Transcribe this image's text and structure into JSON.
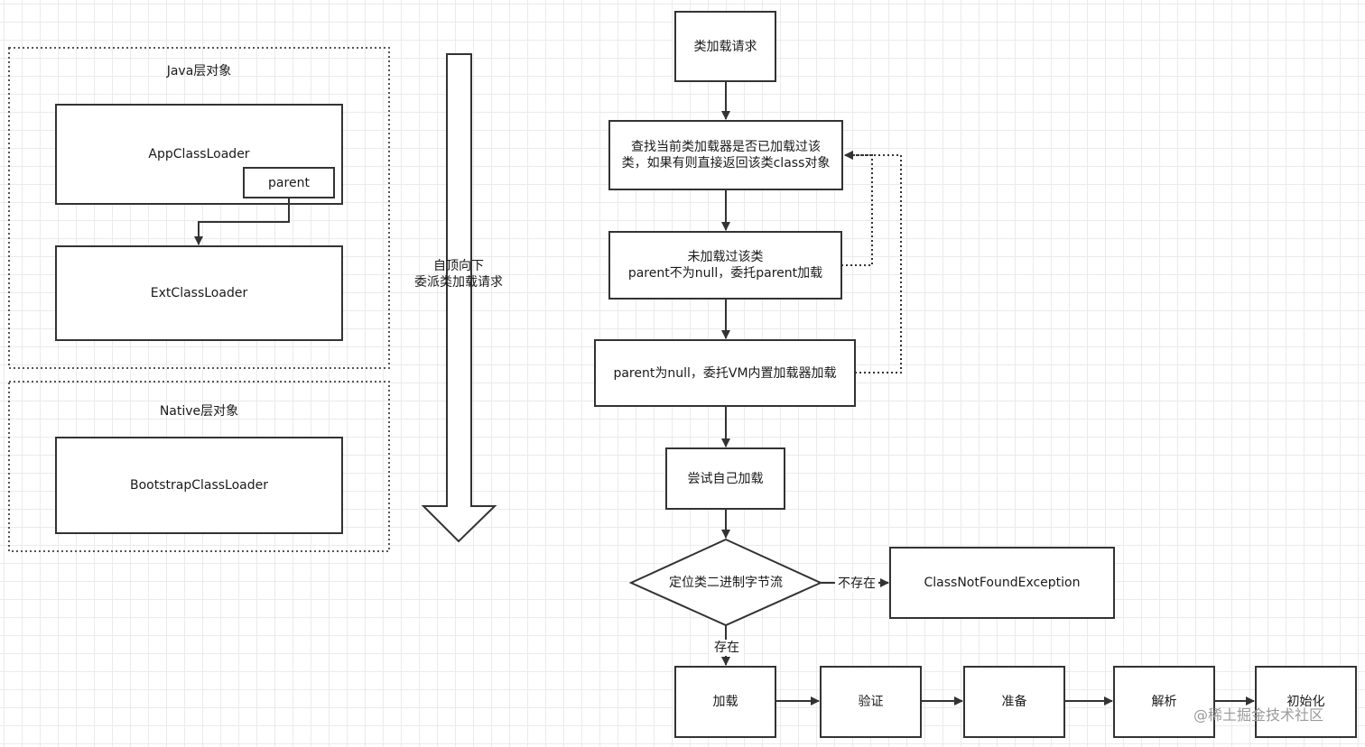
{
  "groups": {
    "java_title": "Java层对象",
    "native_title": "Native层对象"
  },
  "java_layer": {
    "app_loader": "AppClassLoader",
    "parent_label": "parent",
    "ext_loader": "ExtClassLoader"
  },
  "native_layer": {
    "bootstrap_loader": "BootstrapClassLoader"
  },
  "delegation_arrow_label": "自顶向下\n委派类加载请求",
  "flow": {
    "request": "类加载请求",
    "check_loaded": "查找当前类加载器是否已加载过该\n类，如果有则直接返回该类class对象",
    "not_loaded": "未加载过该类\nparent不为null，委托parent加载",
    "parent_null": "parent为null，委托VM内置加载器加载",
    "try_self": "尝试自己加载",
    "locate_bytes": "定位类二进制字节流",
    "not_exist_label": "不存在",
    "exception": "ClassNotFoundException",
    "exist_label": "存在",
    "phases": [
      "加载",
      "验证",
      "准备",
      "解析",
      "初始化"
    ]
  },
  "watermark": "@稀土掘金技术社区",
  "colors": {
    "stroke": "#333333",
    "background": "#ffffff",
    "grid": "#ebebeb",
    "watermark": "#9a9a9a"
  }
}
